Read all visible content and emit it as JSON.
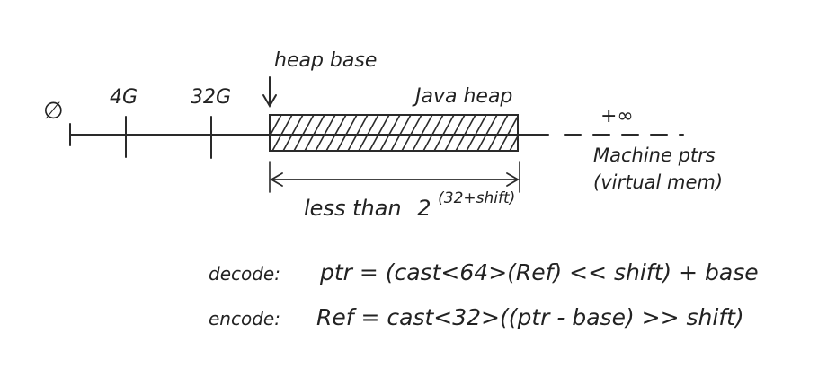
{
  "axis": {
    "origin_label": "∅",
    "ticks": [
      {
        "label": "4G"
      },
      {
        "label": "32G"
      }
    ],
    "infinity_label": "+∞"
  },
  "heap": {
    "base_label": "heap base",
    "region_label": "Java heap",
    "extent_label": "less than",
    "extent_base": "2",
    "extent_exponent": "(32+shift)"
  },
  "machine": {
    "line1": "Machine ptrs",
    "line2": "(virtual mem)"
  },
  "formulas": {
    "decode_label": "decode:",
    "decode_expr": "ptr = (cast<64>(Ref) << shift) + base",
    "encode_label": "encode:",
    "encode_expr": "Ref = cast<32>((ptr - base) >> shift)"
  },
  "colors": {
    "ink": "#2a2a2a",
    "background": "#ffffff"
  }
}
